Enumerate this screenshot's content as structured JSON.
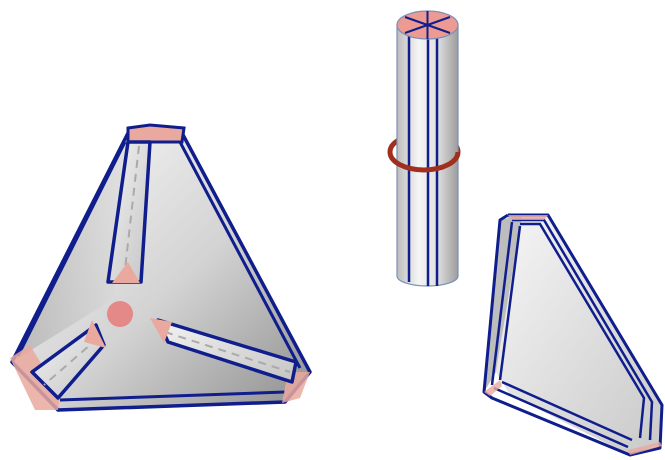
{
  "colors": {
    "background": "#ffffff",
    "edge_blue": "#0f1e8c",
    "body_light": "#f4f4f4",
    "body_dark": "#8e8e8e",
    "vertex_pink": "#e9a99f",
    "center_disc": "#e57f7f",
    "ring_red": "#a0301d"
  },
  "figures": [
    {
      "name": "truncated-tetrahedron-frame"
    },
    {
      "name": "cylinder-with-ring"
    },
    {
      "name": "triangular-slab"
    }
  ]
}
